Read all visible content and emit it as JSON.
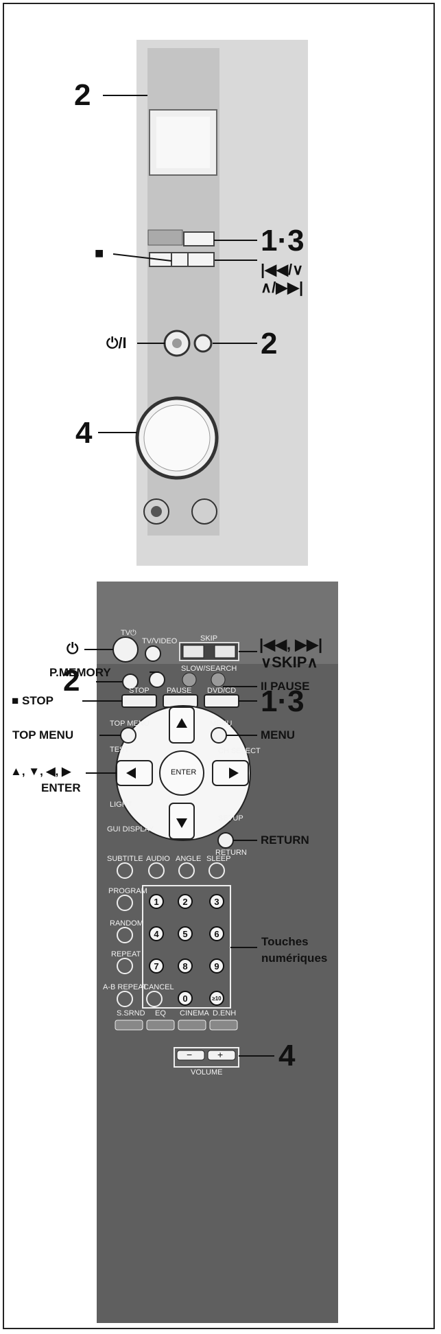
{
  "unit_callouts": {
    "display_number": "2",
    "play_number": "1·3",
    "stop_symbol": "■",
    "skip_symbol_line1": "|◀◀/∨",
    "skip_symbol_line2": "∧/▶▶|",
    "power_symbol": "⏻/I",
    "open_close_number": "2",
    "volume_number": "4"
  },
  "remote_callouts": {
    "power_symbol": "⏻",
    "pmemory": "P.MEMORY",
    "open_close_number": "2",
    "stop": "■ STOP",
    "top_menu": "TOP MENU",
    "arrows": "▲, ▼, ◀, ▶",
    "enter": "ENTER",
    "skip_line1": "|◀◀,  ▶▶|",
    "skip_line2": "∨SKIP∧",
    "pause": "II PAUSE",
    "play_number": "1·3",
    "menu": "MENU",
    "return": "RETURN",
    "numeric_line1": "Touches",
    "numeric_line2": "numériques",
    "volume_number": "4"
  },
  "remote_keys": {
    "tv_power": "TV⏻",
    "tv_video": "TV/VIDEO",
    "skip": "SKIP",
    "slow_search": "SLOW/SEARCH",
    "stop": "STOP",
    "pause": "PAUSE",
    "dvd_cd": "DVD/CD",
    "top_menu": "TOP MENU",
    "menu": "MENU",
    "test": "TEST",
    "ch_select": "CH SELECT",
    "enter": "ENTER",
    "light": "LIGHT",
    "gui_display": "GUI DISPLAY",
    "setup": "SETUP",
    "return": "RETURN",
    "subtitle": "SUBTITLE",
    "audio": "AUDIO",
    "angle": "ANGLE",
    "sleep": "SLEEP",
    "program": "PROGRAM",
    "random": "RANDOM",
    "repeat": "REPEAT",
    "ab_repeat": "A-B REPEAT",
    "cancel": "CANCEL",
    "s_srnd": "S.SRND",
    "eq": "EQ",
    "cinema": "CINEMA",
    "d_enh": "D.ENH",
    "volume": "VOLUME",
    "minus": "−",
    "plus": "+",
    "digits": [
      "1",
      "2",
      "3",
      "4",
      "5",
      "6",
      "7",
      "8",
      "9",
      "0",
      "≥10"
    ]
  }
}
